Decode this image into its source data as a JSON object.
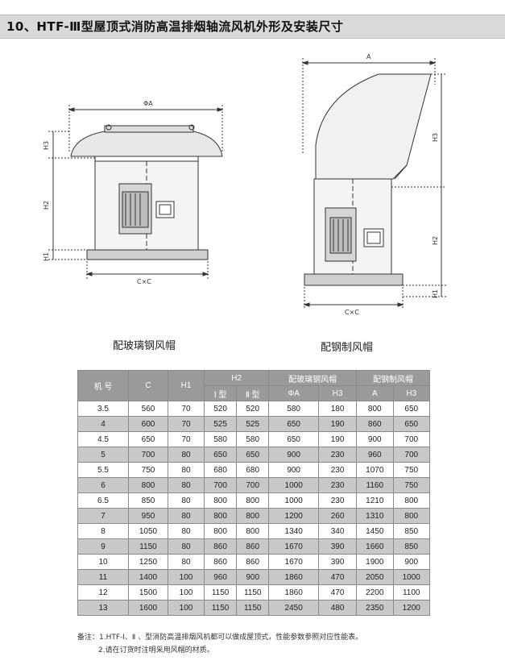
{
  "title": "10、HTF-Ⅲ型屋顶式消防高温排烟轴流风机外形及安装尺寸",
  "left_drawing": {
    "caption": "配玻璃钢风帽",
    "dims": {
      "phiA": "ΦA",
      "h3": "H3",
      "h2": "H2",
      "h1": "H1",
      "cxc": "C×C"
    }
  },
  "right_drawing": {
    "caption": "配钢制风帽",
    "dims": {
      "a": "A",
      "h3": "H3",
      "h2": "H2",
      "h1": "H1",
      "cxc": "C×C"
    }
  },
  "table": {
    "head": {
      "jihao": "机 号",
      "c": "C",
      "h1": "H1",
      "h2": "H2",
      "frp": "配玻璃钢风帽",
      "steel": "配钢制风帽",
      "type1": "Ⅰ 型",
      "type2": "Ⅱ 型",
      "phiA": "ΦA",
      "h3a": "H3",
      "a": "A",
      "h3b": "H3"
    },
    "rows": [
      [
        "3.5",
        "560",
        "70",
        "520",
        "520",
        "580",
        "180",
        "800",
        "650"
      ],
      [
        "4",
        "600",
        "70",
        "525",
        "525",
        "650",
        "190",
        "860",
        "650"
      ],
      [
        "4.5",
        "650",
        "70",
        "580",
        "580",
        "650",
        "190",
        "900",
        "700"
      ],
      [
        "5",
        "700",
        "80",
        "650",
        "650",
        "900",
        "230",
        "960",
        "700"
      ],
      [
        "5.5",
        "750",
        "80",
        "680",
        "680",
        "900",
        "230",
        "1070",
        "750"
      ],
      [
        "6",
        "800",
        "80",
        "700",
        "700",
        "1000",
        "230",
        "1160",
        "750"
      ],
      [
        "6.5",
        "850",
        "80",
        "800",
        "800",
        "1000",
        "230",
        "1210",
        "800"
      ],
      [
        "7",
        "950",
        "80",
        "800",
        "800",
        "1200",
        "260",
        "1310",
        "800"
      ],
      [
        "8",
        "1050",
        "80",
        "800",
        "800",
        "1340",
        "340",
        "1450",
        "850"
      ],
      [
        "9",
        "1150",
        "80",
        "860",
        "860",
        "1670",
        "390",
        "1660",
        "850"
      ],
      [
        "10",
        "1250",
        "80",
        "860",
        "860",
        "1670",
        "390",
        "1900",
        "900"
      ],
      [
        "11",
        "1400",
        "100",
        "960",
        "900",
        "1860",
        "470",
        "2050",
        "1000"
      ],
      [
        "12",
        "1500",
        "100",
        "1150",
        "1150",
        "1860",
        "470",
        "2200",
        "1100"
      ],
      [
        "13",
        "1600",
        "100",
        "1150",
        "1150",
        "2450",
        "480",
        "2350",
        "1200"
      ]
    ]
  },
  "notes": {
    "line1": "备注：1.HTF-Ⅰ、Ⅱ 、型消防高温排烟风机都可以做成屋顶式，性能参数参照对应性能表。",
    "line2": "2.请在订货时注明采用风帽的材质。"
  }
}
